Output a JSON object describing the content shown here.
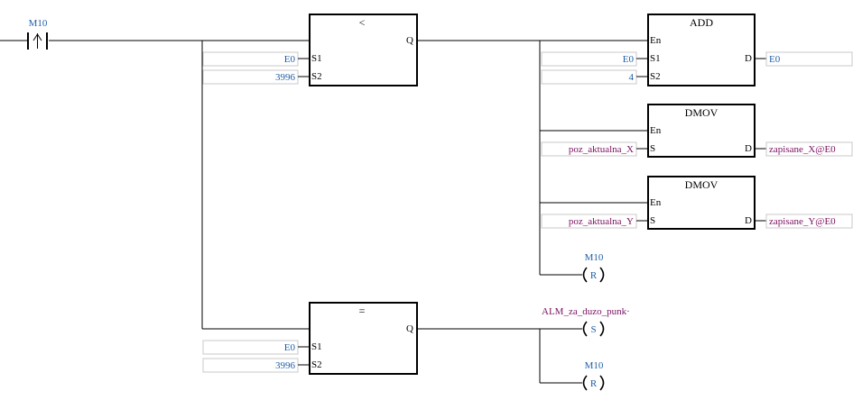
{
  "contact": {
    "label": "M10",
    "type": "rising-edge-contact"
  },
  "compare_lt": {
    "title": "<",
    "in1": "S1",
    "in2": "S2",
    "out": "Q",
    "s1_value": "E0",
    "s2_value": "3996"
  },
  "add_block": {
    "title": "ADD",
    "en": "En",
    "in1": "S1",
    "in2": "S2",
    "out": "D",
    "s1_value": "E0",
    "s2_value": "4",
    "d_value": "E0"
  },
  "dmov_x": {
    "title": "DMOV",
    "en": "En",
    "in": "S",
    "out": "D",
    "s_value": "poz_aktualna_X",
    "d_value": "zapisane_X@E0"
  },
  "dmov_y": {
    "title": "DMOV",
    "en": "En",
    "in": "S",
    "out": "D",
    "s_value": "poz_aktualna_Y",
    "d_value": "zapisane_Y@E0"
  },
  "coil_reset_1": {
    "label": "M10",
    "letter": "R"
  },
  "compare_eq": {
    "title": "=",
    "in1": "S1",
    "in2": "S2",
    "out": "Q",
    "s1_value": "E0",
    "s2_value": "3996"
  },
  "coil_set_alarm": {
    "label": "ALM_za_duzo_punk·",
    "letter": "S"
  },
  "coil_reset_2": {
    "label": "M10",
    "letter": "R"
  },
  "colors": {
    "value_blue": "#1f5fa8",
    "value_purple": "#7a1060",
    "box_border": "#c8c8c8"
  }
}
